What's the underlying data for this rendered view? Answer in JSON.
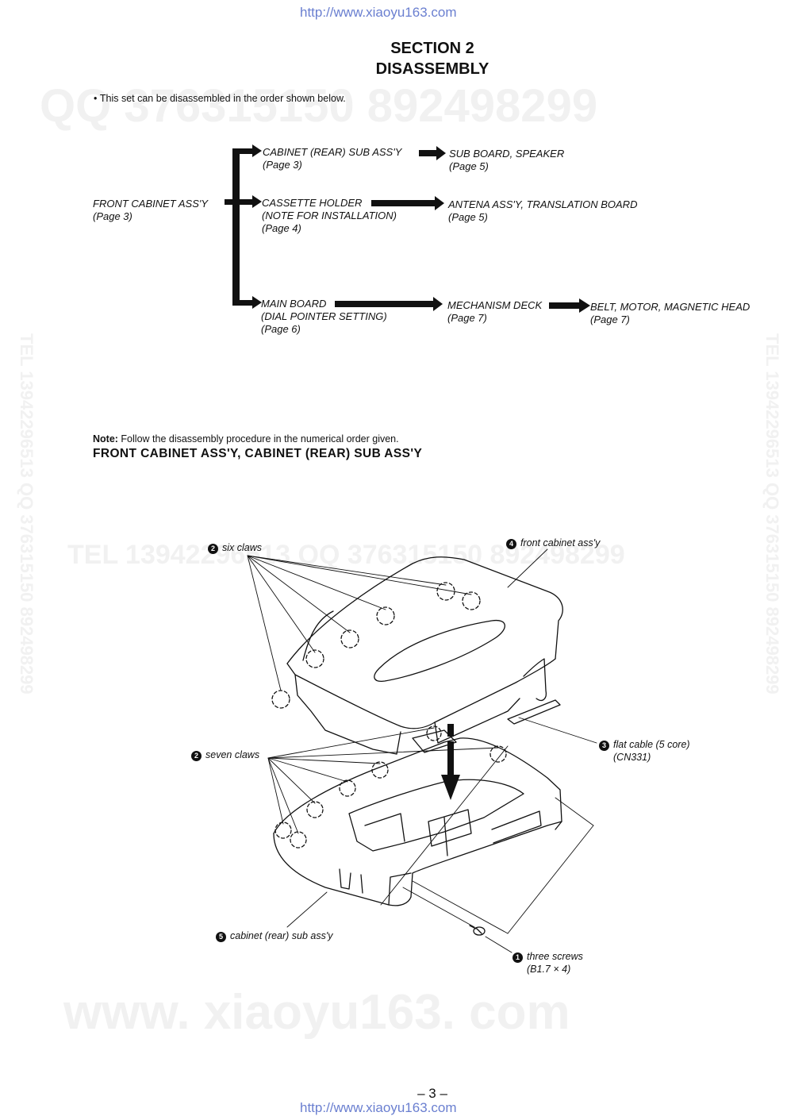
{
  "header_url": "http://www.xiaoyu163.com",
  "footer_url": "http://www.xiaoyu163.com",
  "section": {
    "line1": "SECTION 2",
    "line2": "DISASSEMBLY"
  },
  "intro": "This set can be disassembled in the order shown below.",
  "flow": {
    "root": {
      "title": "FRONT CABINET ASS'Y",
      "page": "(Page 3)"
    },
    "cabinet_rear": {
      "title": "CABINET (REAR) SUB ASS'Y",
      "page": "(Page 3)"
    },
    "sub_board": {
      "title": "SUB BOARD, SPEAKER",
      "page": "(Page 5)"
    },
    "cassette": {
      "title": "CASSETTE HOLDER",
      "note": "(NOTE FOR INSTALLATION)",
      "page": "(Page 4)"
    },
    "antena": {
      "title": "ANTENA ASS'Y, TRANSLATION BOARD",
      "page": "(Page 5)"
    },
    "main_board": {
      "title": "MAIN BOARD",
      "note": "(DIAL POINTER SETTING)",
      "page": "(Page 6)"
    },
    "mechanism": {
      "title": "MECHANISM DECK",
      "page": "(Page 7)"
    },
    "belt": {
      "title": "BELT, MOTOR, MAGNETIC HEAD",
      "page": "(Page 7)"
    }
  },
  "note": {
    "label": "Note:",
    "text": " Follow the disassembly procedure in the numerical order given."
  },
  "subtitle": "FRONT CABINET ASS'Y, CABINET (REAR) SUB ASS'Y",
  "callouts": {
    "c1": {
      "num": "1",
      "text": "three screws",
      "text2": "(B1.7 × 4)"
    },
    "c2a": {
      "num": "2",
      "text": "six claws"
    },
    "c2b": {
      "num": "2",
      "text": "seven claws"
    },
    "c3": {
      "num": "3",
      "text": "flat cable (5 core)",
      "text2": "(CN331)"
    },
    "c4": {
      "num": "4",
      "text": "front cabinet ass'y"
    },
    "c5": {
      "num": "5",
      "text": "cabinet (rear) sub ass'y"
    }
  },
  "page_number": "– 3 –",
  "watermarks": {
    "w1": "QQ 376315150   892498299",
    "w2": "TEL 13942296513   QQ 376315150 892498299",
    "w3": "www. xiaoyu163. com",
    "w4": "TEL 13942296513  QQ 376315150  892498299",
    "w5": "TEL 13942296513  QQ 376315150  892498299"
  },
  "colors": {
    "url": "#6a7fd0",
    "watermark": "#f1f1f1",
    "ink": "#111111"
  }
}
